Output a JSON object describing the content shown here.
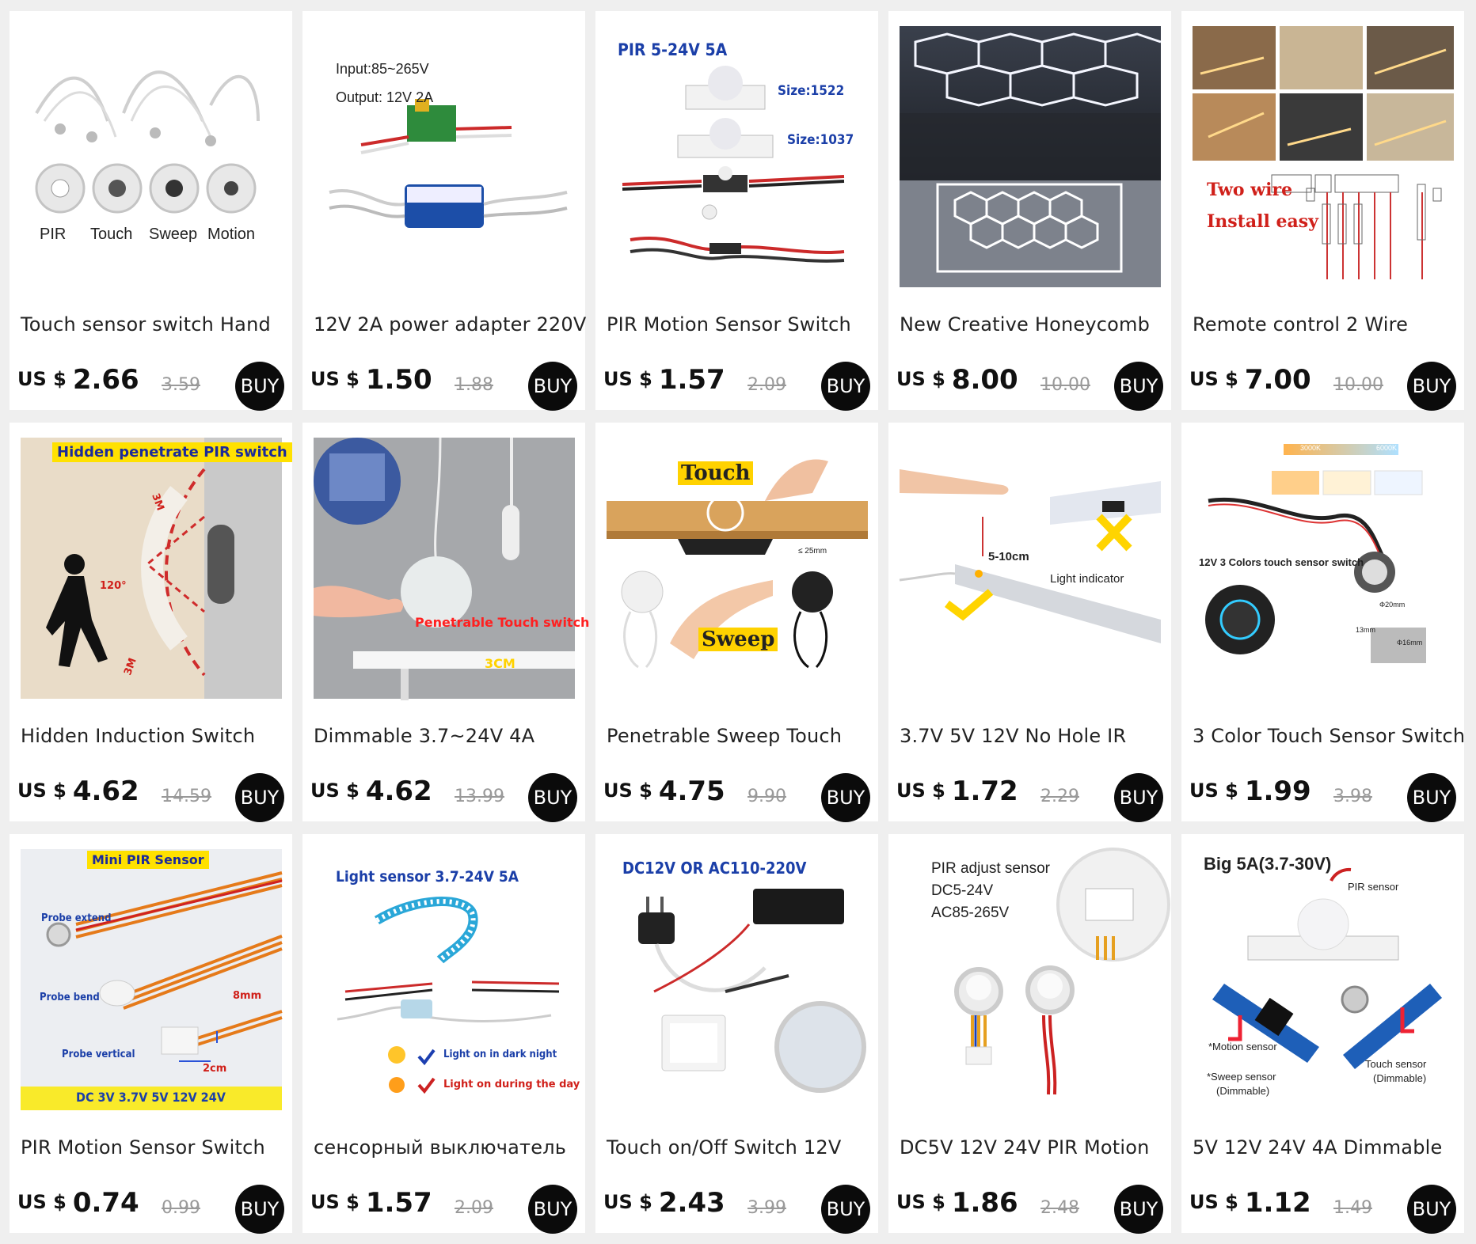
{
  "products": [
    {
      "title": "Touch sensor switch Hand",
      "currency": "US $",
      "price": "2.66",
      "old_price": "3.59",
      "buy_label": "BUY",
      "image_text": [
        "PIR",
        "Touch",
        "Sweep",
        "Motion"
      ]
    },
    {
      "title": "12V 2A power adapter 220V",
      "currency": "US $",
      "price": "1.50",
      "old_price": "1.88",
      "buy_label": "BUY",
      "image_text": [
        "Input:85~265V",
        "Output: 12V 2A"
      ]
    },
    {
      "title": "PIR Motion Sensor Switch",
      "currency": "US $",
      "price": "1.57",
      "old_price": "2.09",
      "buy_label": "BUY",
      "image_text": [
        "PIR 5-24V 5A",
        "Size:1522",
        "Size:1037"
      ]
    },
    {
      "title": "New Creative Honeycomb",
      "currency": "US $",
      "price": "8.00",
      "old_price": "10.00",
      "buy_label": "BUY",
      "image_text": []
    },
    {
      "title": "Remote control 2 Wire",
      "currency": "US $",
      "price": "7.00",
      "old_price": "10.00",
      "buy_label": "BUY",
      "image_text": [
        "Two wire",
        "Install easy"
      ]
    },
    {
      "title": "Hidden Induction Switch",
      "currency": "US $",
      "price": "4.62",
      "old_price": "14.59",
      "buy_label": "BUY",
      "image_text": [
        "Hidden penetrate PIR switch",
        "3M",
        "120°",
        "3M"
      ]
    },
    {
      "title": "Dimmable 3.7~24V 4A",
      "currency": "US $",
      "price": "4.62",
      "old_price": "13.99",
      "buy_label": "BUY",
      "image_text": [
        "Penetrable Touch switch",
        "3CM"
      ]
    },
    {
      "title": "Penetrable Sweep Touch",
      "currency": "US $",
      "price": "4.75",
      "old_price": "9.90",
      "buy_label": "BUY",
      "image_text": [
        "Touch",
        "≤ 25mm",
        "Sweep"
      ]
    },
    {
      "title": "3.7V 5V 12V No Hole IR",
      "currency": "US $",
      "price": "1.72",
      "old_price": "2.29",
      "buy_label": "BUY",
      "image_text": [
        "5-10cm",
        "Light indicator"
      ]
    },
    {
      "title": "3 Color Touch Sensor Switch",
      "currency": "US $",
      "price": "1.99",
      "old_price": "3.98",
      "buy_label": "BUY",
      "image_text": [
        "3000K",
        "6000K",
        "12V 3 Colors touch sensor switch",
        "Φ20mm",
        "13mm",
        "Φ16mm"
      ]
    },
    {
      "title": "PIR Motion Sensor Switch",
      "currency": "US $",
      "price": "0.74",
      "old_price": "0.99",
      "buy_label": "BUY",
      "image_text": [
        "Mini PIR Sensor",
        "Probe extend",
        "Probe bend",
        "8mm",
        "Probe vertical",
        "2cm",
        "DC 3V 3.7V 5V 12V 24V"
      ]
    },
    {
      "title": "сенсорный выключатель",
      "currency": "US $",
      "price": "1.57",
      "old_price": "2.09",
      "buy_label": "BUY",
      "image_text": [
        "Light sensor 3.7-24V 5A",
        "Light on in dark night",
        "Light on during the day"
      ]
    },
    {
      "title": "Touch on/Off Switch 12V",
      "currency": "US $",
      "price": "2.43",
      "old_price": "3.99",
      "buy_label": "BUY",
      "image_text": [
        "DC12V OR AC110-220V"
      ]
    },
    {
      "title": "DC5V 12V 24V PIR Motion",
      "currency": "US $",
      "price": "1.86",
      "old_price": "2.48",
      "buy_label": "BUY",
      "image_text": [
        "PIR adjust sensor",
        "DC5-24V",
        "AC85-265V"
      ]
    },
    {
      "title": "5V 12V 24V 4A Dimmable",
      "currency": "US $",
      "price": "1.12",
      "old_price": "1.49",
      "buy_label": "BUY",
      "image_text": [
        "Big 5A(3.7-30V)",
        "PIR sensor",
        "*Motion sensor",
        "*Sweep sensor",
        "(Dimmable)",
        "Touch sensor",
        "(Dimmable)"
      ]
    }
  ]
}
